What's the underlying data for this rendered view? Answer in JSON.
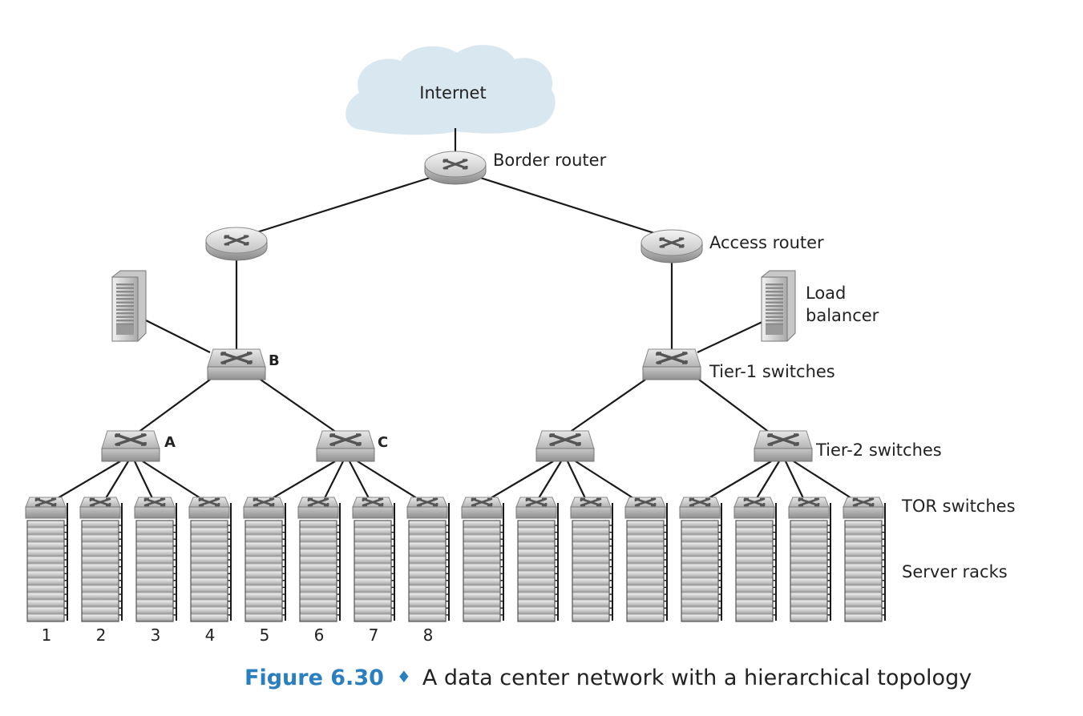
{
  "diagram": {
    "internet_label": "Internet",
    "border_router_label": "Border router",
    "access_router_label": "Access router",
    "load_balancer_label_line1": "Load",
    "load_balancer_label_line2": "balancer",
    "tier1_label": "Tier-1 switches",
    "tier2_label": "Tier-2 switches",
    "tor_label": "TOR switches",
    "server_racks_label": "Server racks",
    "switch_b_label": "B",
    "switch_a_label": "A",
    "switch_c_label": "C",
    "rack_numbers": [
      "1",
      "2",
      "3",
      "4",
      "5",
      "6",
      "7",
      "8"
    ]
  },
  "caption": {
    "figure_number": "Figure 6.30",
    "bullet": "♦",
    "text": "A data center network with a hierarchical topology"
  },
  "colors": {
    "caption_blue": "#2a7fc1",
    "cloud": "#d9e7f1",
    "device_gray": "#b9b9b9"
  }
}
